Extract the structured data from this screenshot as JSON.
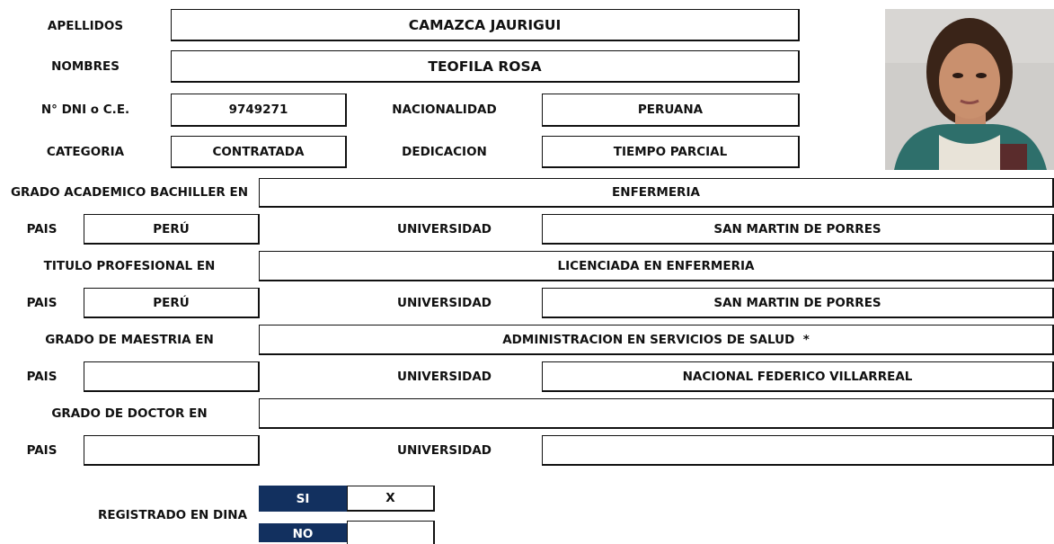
{
  "rows": {
    "apellidos": {
      "label": "APELLIDOS",
      "value": "CAMAZCA JAURIGUI"
    },
    "nombres": {
      "label": "NOMBRES",
      "value": "TEOFILA ROSA"
    },
    "dni": {
      "label": "N° DNI o C.E.",
      "value": "9749271"
    },
    "nacionalidad": {
      "label": "NACIONALIDAD",
      "value": "PERUANA"
    },
    "categoria": {
      "label": "CATEGORIA",
      "value": "CONTRATADA"
    },
    "dedicacion": {
      "label": "DEDICACION",
      "value": "TIEMPO PARCIAL"
    },
    "bachiller": {
      "label": "GRADO ACADEMICO BACHILLER EN",
      "value": "ENFERMERIA"
    },
    "bachiller_pais": {
      "label": "PAIS",
      "value": "PERÚ"
    },
    "bachiller_univ": {
      "label": "UNIVERSIDAD",
      "value": "SAN MARTIN DE PORRES"
    },
    "titulo": {
      "label": "TITULO PROFESIONAL EN",
      "value": "LICENCIADA EN ENFERMERIA"
    },
    "titulo_pais": {
      "label": "PAIS",
      "value": "PERÚ"
    },
    "titulo_univ": {
      "label": "UNIVERSIDAD",
      "value": "SAN MARTIN DE PORRES"
    },
    "maestria": {
      "label": "GRADO DE MAESTRIA EN",
      "value": "ADMINISTRACION EN SERVICIOS DE SALUD  *"
    },
    "maestria_pais": {
      "label": "PAIS",
      "value": ""
    },
    "maestria_univ": {
      "label": "UNIVERSIDAD",
      "value": "NACIONAL FEDERICO VILLARREAL"
    },
    "doctor": {
      "label": "GRADO DE DOCTOR EN",
      "value": ""
    },
    "doctor_pais": {
      "label": "PAIS",
      "value": ""
    },
    "doctor_univ": {
      "label": "UNIVERSIDAD",
      "value": ""
    }
  },
  "dina": {
    "label": "REGISTRADO EN DINA",
    "si_label": "SI",
    "si_mark": "X",
    "no_label": "NO",
    "no_mark": ""
  },
  "colors": {
    "header_fill": "#12305f",
    "border": "#111111"
  }
}
